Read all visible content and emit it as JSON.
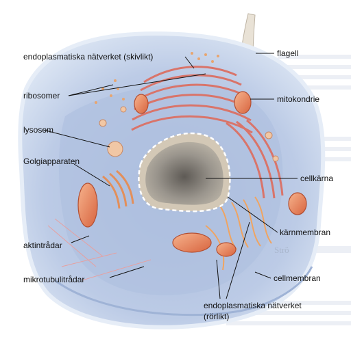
{
  "labels": {
    "er_smooth_top": "endoplasmatiska nätverket (skivlikt)",
    "ribosomes": "ribosomer",
    "lysosome": "lysosom",
    "golgi": "Golgiapparaten",
    "actin": "aktintrådar",
    "microtubules": "mikrotubulitrådar",
    "flagellum": "flagell",
    "mitochondrion": "mitokondrie",
    "nucleus": "cellkärna",
    "nuclear_membrane": "kärnmembran",
    "cell_membrane": "cellmembran",
    "er_bottom_line1": "endoplasmatiska nätverket",
    "er_bottom_line2": "(rörlikt)"
  },
  "colors": {
    "cytoplasm": "#b9c9e4",
    "cell_edge": "#d6e0f0",
    "nucleus_cut": "#8d8880",
    "organelle": "#e58a5e",
    "er": "#d9746a"
  }
}
